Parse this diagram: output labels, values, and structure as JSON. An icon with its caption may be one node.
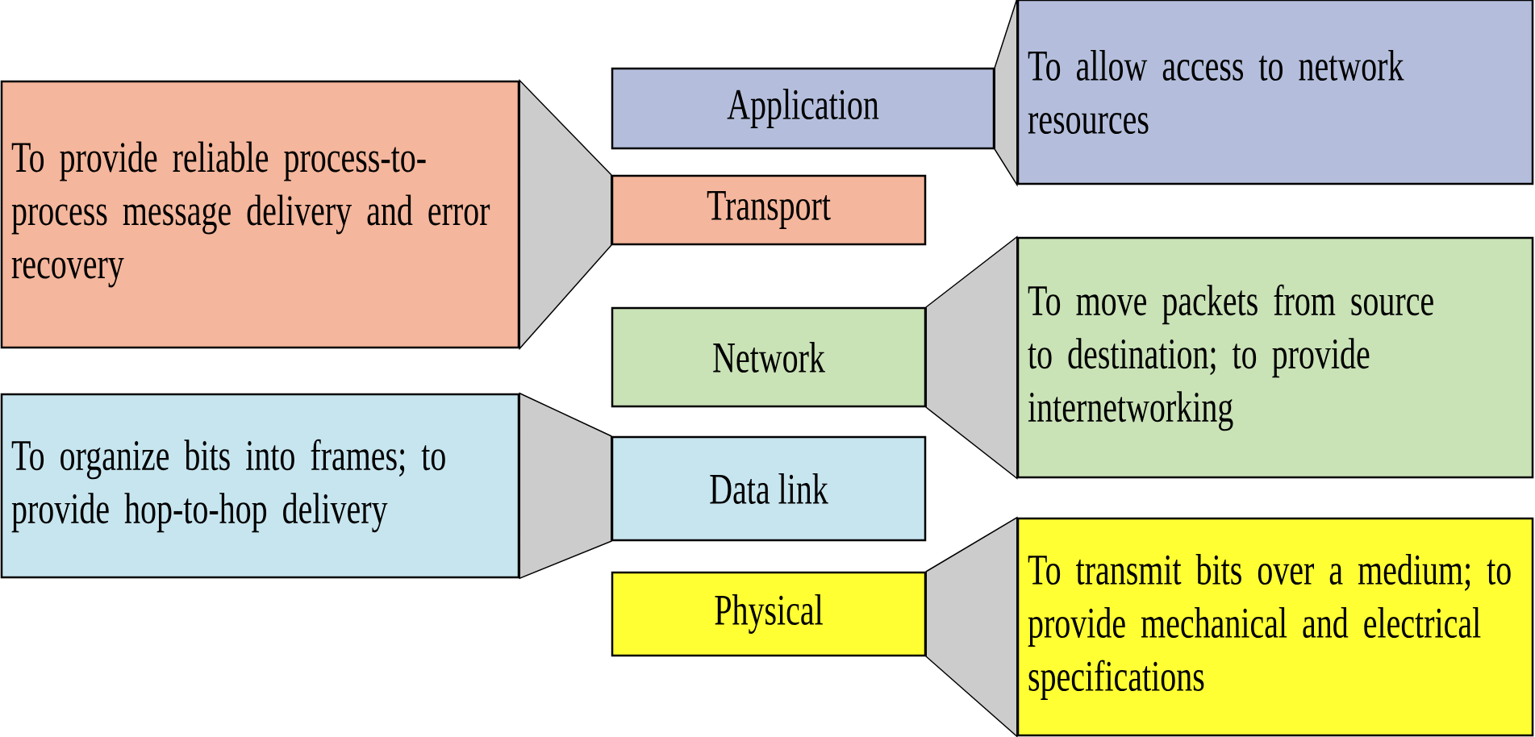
{
  "diagram": {
    "nodes": [
      {
        "text": [
          "Application"
        ]
      },
      {
        "text": [
          "To allow access to network resources"
        ]
      },
      {
        "text": [
          "To provide reliable process-to-process message delivery and error recovery"
        ]
      },
      {
        "text": [
          "Transport"
        ]
      },
      {
        "text": [
          "Network"
        ]
      },
      {
        "text": [
          "To move packets from source to destination; to provide internetworking"
        ]
      },
      {
        "text": [
          "To organize bits into frames; to provide hop-to-hop delivery"
        ]
      },
      {
        "text": [
          "Data link"
        ]
      },
      {
        "text": [
          "Physical"
        ]
      },
      {
        "text": [
          "To transmit bits over a medium; to provide mechanical and electrical specifications"
        ]
      }
    ],
    "edges": [
      {
        "from": 0,
        "to": 1,
        "arrow": "none"
      },
      {
        "from": 3,
        "to": 2,
        "arrow": "none"
      },
      {
        "from": 4,
        "to": 5,
        "arrow": "none"
      },
      {
        "from": 7,
        "to": 6,
        "arrow": "none"
      },
      {
        "from": 8,
        "to": 9,
        "arrow": "none"
      }
    ]
  }
}
